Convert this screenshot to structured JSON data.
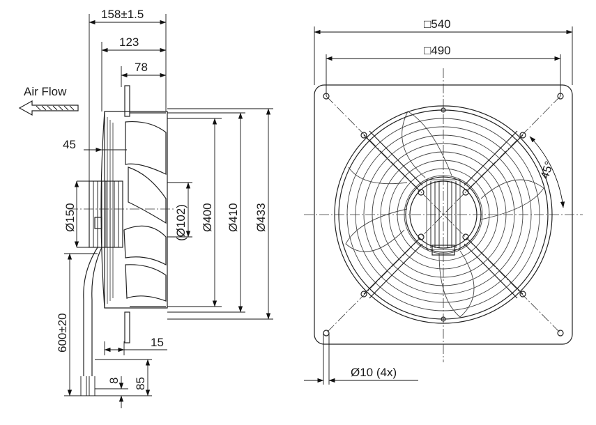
{
  "side_view": {
    "airflow_label": "Air Flow",
    "dim_overall_depth": "158±1.5",
    "dim_depth_123": "123",
    "dim_depth_78": "78",
    "dim_offset_45": "45",
    "dim_hub_dia": "Ø150",
    "dim_inner_dia": "(Ø102)",
    "dim_blade_dia": "Ø400",
    "dim_guard_dia": "Ø410",
    "dim_ring_dia": "Ø433",
    "dim_cable_length": "600±20",
    "dim_plate_15": "15",
    "dim_cable_8": "8",
    "dim_cable_85": "85"
  },
  "front_view": {
    "dim_plate_width": "□540",
    "dim_hole_pitch": "□490",
    "dim_angle": "45°",
    "dim_mount_holes": "Ø10 (4x)"
  }
}
